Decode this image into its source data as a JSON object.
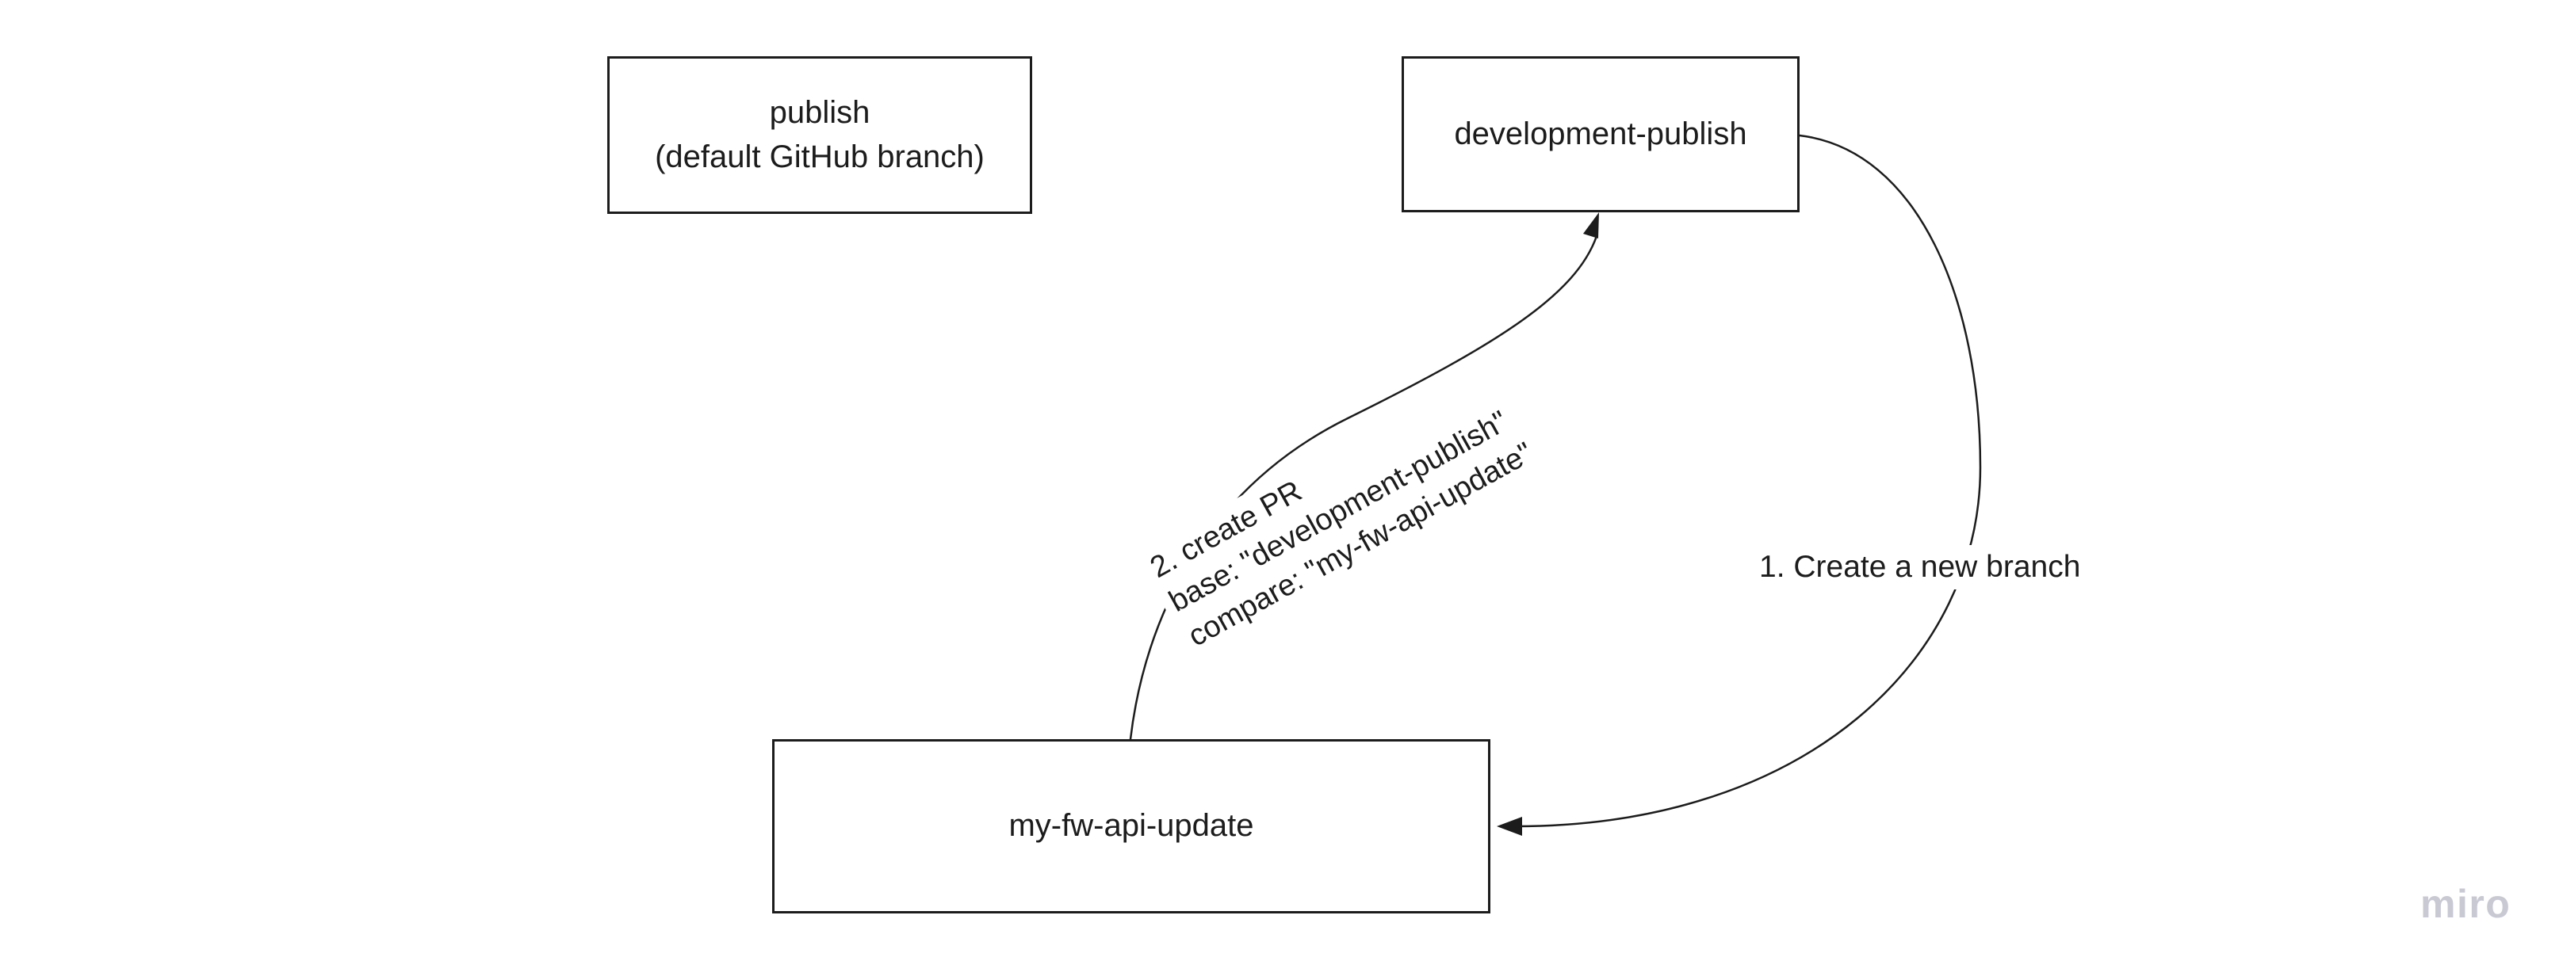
{
  "colors": {
    "stroke": "#1c1c1c",
    "text": "#1c1c1c",
    "fill": "#ffffff",
    "watermark": "#c9c9d4"
  },
  "nodes": {
    "publish": {
      "line1": "publish",
      "line2": "(default GitHub branch)"
    },
    "development_publish": {
      "label": "development-publish"
    },
    "my_fw_api_update": {
      "label": "my-fw-api-update"
    }
  },
  "connectors": {
    "create_branch": {
      "label": "1. Create a new branch",
      "from": "development-publish",
      "to": "my-fw-api-update"
    },
    "create_pr": {
      "line1": "2. create PR",
      "line2": "base: \"development-publish\"",
      "line3": "compare: \"my-fw-api-update\"",
      "from": "my-fw-api-update",
      "to": "development-publish"
    }
  },
  "watermark": {
    "label": "miro"
  }
}
